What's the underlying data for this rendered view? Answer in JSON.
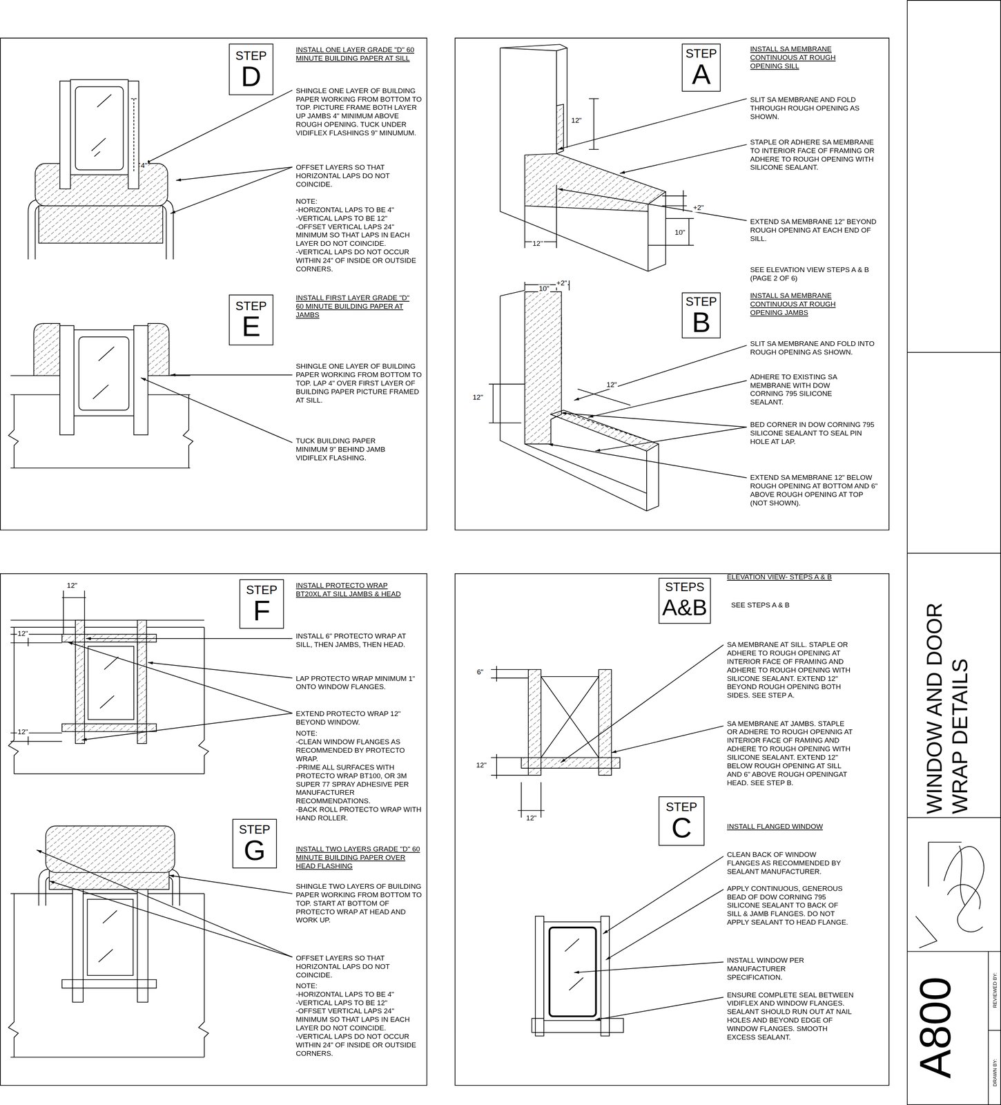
{
  "diagram": {
    "title": "WINDOW AND DOOR WRAP DETAILS",
    "nodes": [
      {
        "text": [
          "STEP",
          "D"
        ]
      },
      {
        "text": [
          "STEP",
          "E"
        ]
      },
      {
        "text": [
          "STEP",
          "A"
        ]
      },
      {
        "text": [
          "STEP",
          "B"
        ]
      },
      {
        "text": [
          "STEP",
          "F"
        ]
      },
      {
        "text": [
          "STEP",
          "G"
        ]
      },
      {
        "text": [
          "STEPS",
          "A&B"
        ]
      },
      {
        "text": [
          "STEP",
          "C"
        ]
      }
    ],
    "labels": [
      "INSTALL ONE LAYER GRADE \"D\" 60 MINUTE BUILDING PAPER AT SILL",
      "SHINGLE ONE LAYER OF BUILDING PAPER WORKING FROM BOTTOM TO TOP. PICTURE FRAME BOTH LAYER UP JAMBS 4\" MINIMUM ABOVE ROUGH OPENING. TUCK UNDER VIDIFLEX FLASHINGS 9\" MINUMUM.",
      "OFFSET LAYERS SO THAT HORIZONTAL LAPS DO NOT COINCIDE.",
      "NOTE:",
      "-HORIZONTAL LAPS TO BE 4\"",
      "-VERTICAL LAPS TO BE 12\"",
      "-OFFSET VERTICAL LAPS 24\" MINIMUM SO THAT LAPS IN EACH LAYER DO NOT COINCIDE.",
      "-VERTICAL LAPS DO NOT OCCUR WITHIN 24\" OF INSIDE OR OUTSIDE CORNERS.",
      "4\"",
      "INSTALL FIRST LAYER GRADE \"D\" 60 MINUTE BUILDING PAPER AT JAMBS",
      "SHINGLE ONE LAYER OF BUILDING PAPER WORKING FROM BOTTOM TO TOP. LAP 4\" OVER FIRST LAYER OF BUILDING PAPER PICTURE FRAMED AT SILL.",
      "TUCK BUILDING PAPER MINIMUM 9\" BEHIND JAMB VIDIFLEX FLASHING.",
      "INSTALL SA MEMBRANE CONTINUOUS AT ROUGH OPENING SILL",
      "SLIT SA MEMBRANE AND FOLD THROUGH ROUGH OPENING AS SHOWN.",
      "STAPLE OR ADHERE SA MEMBRANE TO INTERIOR FACE OF FRAMING OR ADHERE TO ROUGH OPENING WITH SILICONE SEALANT.",
      "EXTEND SA MEMBRANE 12\" BEYOND ROUGH OPENING AT EACH END OF SILL.",
      "SEE ELEVATION VIEW STEPS A & B (PAGE 2 OF 6)",
      "12\"",
      "+2\"",
      "10\"",
      "12\"",
      "INSTALL SA MEMBRANE CONTINUOUS AT ROUGH OPENING JAMBS",
      "SLIT SA MEMBRANE AND FOLD INTO ROUGH OPENING AS SHOWN.",
      "ADHERE TO EXISTING SA MEMBRANE WITH DOW CORNING 795 SILICONE SEALANT.",
      "BED CORNER IN DOW CORNING 795 SILICONE SEALANT TO SEAL PIN HOLE AT LAP.",
      "EXTEND SA MEMBRANE 12\" BELOW ROUGH OPENING AT BOTTOM AND 6\" ABOVE ROUGH OPENING AT TOP (NOT SHOWN).",
      "10\"",
      "+2\"",
      "12\"",
      "12\"",
      "INSTALL PROTECTO WRAP BT20XL AT SILL JAMBS & HEAD",
      "INSTALL 6\" PROTECTO WRAP AT SILL, THEN JAMBS, THEN HEAD.",
      "LAP PROTECTO WRAP MINIMUM 1\" ONTO WINDOW FLANGES.",
      "EXTEND PROTECTO WRAP 12\" BEYOND WINDOW.",
      "NOTE:",
      "-CLEAN WINDOW FLANGES AS RECOMMENDED BY PROTECTO WRAP.",
      "-PRIME ALL SURFACES WITH PROTECTO WRAP BT100, OR 3M SUPER 77 SPRAY ADHESIVE PER MANUFACTURER RECOMMENDATIONS.",
      "-BACK ROLL PROTECTO WRAP WITH HAND ROLLER.",
      "12\"",
      "12\"",
      "12\"",
      "INSTALL TWO LAYERS GRADE \"D\" 60 MINUTE BUILDING PAPER OVER HEAD FLASHING",
      "SHINGLE TWO LAYERS OF BUILDING PAPER WORKING FROM BOTTOM TO TOP. START AT BOTTOM OF PROTECTO WRAP AT HEAD AND WORK UP.",
      "OFFSET LAYERS SO THAT HORIZONTAL LAPS DO NOT COINCIDE.",
      "NOTE:",
      "-HORIZONTAL LAPS TO BE 4\"",
      "-VERTICAL LAPS TO BE 12\"",
      "-OFFSET VERTICAL LAPS 24\" MINIMUM SO THAT LAPS IN EACH LAYER DO NOT COINCIDE.",
      "-VERTICAL LAPS DO NOT OCCUR WITHIN 24\" OF INSIDE OR OUTSIDE CORNERS.",
      "ELEVATION VIEW- STEPS A & B",
      "SEE STEPS A & B",
      "SA MEMBRANE AT SILL. STAPLE OR ADHERE TO ROUGH OPENING AT INTERIOR FACE OF FRAMING AND ADHERE TO ROUGH OPENING WITH SILICONE SEALANT. EXTEND 12\" BEYOND ROUGH OPENING BOTH SIDES. SEE STEP A.",
      "SA MEMBRANE AT JAMBS. STAPLE OR ADHERE TO ROUGH OPENNIG AT INTERIOR FACE OF RAMING AND ADHERE TO ROUGH OPENING WITH SILICONE SEALANT. EXTEND 12\" BELOW ROUGH OPENING AT SILL AND 6\" ABOVE ROUGH OPENINGAT HEAD. SEE STEP B.",
      "6\"",
      "12\"",
      "12\"",
      "INSTALL FLANGED WINDOW",
      "CLEAN BACK OF WINDOW FLANGES AS RECOMMENDED BY SEALANT MANUFACTURER.",
      "APPLY CONTINUOUS, GENEROUS BEAD OF DOW CORNING 795 SILICONE SEALANT TO BACK OF SILL & JAMB FLANGES. DO NOT APPLY SEALANT TO HEAD FLANGE.",
      "INSTALL WINDOW PER MANUFACTURER SPECIFICATION.",
      "ENSURE COMPLETE SEAL BETWEEN VIDIFLEX AND WINDOW FLANGES. SEALANT SHOULD RUN OUT AT NAIL HOLES AND BEYOND EDGE OF WINDOW FLANGES. SMOOTH EXCESS SEALANT.",
      "A800",
      "DRAWN BY:",
      "REVIEWED BY:"
    ]
  }
}
